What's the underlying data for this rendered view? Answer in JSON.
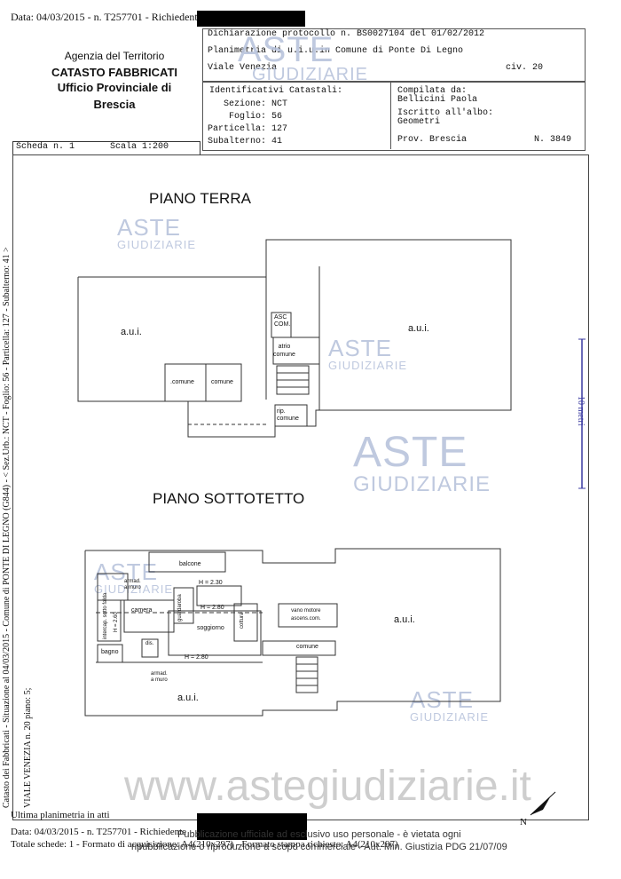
{
  "header_line": "Data: 04/03/2015 - n. T257701 - Richiedente",
  "agency": {
    "line1": "Agenzia del Territorio",
    "line2": "CATASTO FABBRICATI",
    "line3": "Ufficio Provinciale di",
    "line4": "Brescia"
  },
  "declaration": {
    "protocol": "Dichiarazione protocollo n. BS0027104 del  01/02/2012",
    "title": "Planimetria di u.i.u.in Comune di Ponte Di Legno",
    "street": "Viale Venezia",
    "civ": "civ. 20"
  },
  "identifiers": {
    "heading": "Identificativi Catastali:",
    "sezione": "Sezione: NCT",
    "foglio": "Foglio: 56",
    "particella": "Particella: 127",
    "subalterno": "Subalterno: 41"
  },
  "compiled": {
    "heading": "Compilata da:",
    "name": "Bellicini Paola",
    "albo": "Iscritto all'albo:",
    "profession": "Geometri",
    "province": "Prov. Brescia",
    "number": "N.  3849"
  },
  "scheda": {
    "number": "Scheda n. 1",
    "scale": "Scala 1:200"
  },
  "plans": {
    "ground_title": "PIANO TERRA",
    "attic_title": "PIANO SOTTOTETTO",
    "ground_labels": {
      "aui_left": "a.u.i.",
      "aui_right": "a.u.i.",
      "asc_com_1": "ASC",
      "asc_com_2": "COM.",
      "atrio_1": "atrio",
      "atrio_2": "comune",
      "comune_a": ".comune",
      "comune_b": "comune",
      "rip_1": "rip.",
      "rip_2": "comune"
    },
    "attic_labels": {
      "balcone": "balcone",
      "armad_1": "armad.",
      "armad_2": "a muro",
      "h230": "H = 2.30",
      "h280_top": "H = 2.80",
      "h260": "H = 2.60",
      "h280_bottom": "H = 2.80",
      "camera": "camera",
      "guardaroba": "guardaroba",
      "soggiorno": "soggiorno",
      "cottura": "cottura",
      "vano_1": "vano motore",
      "vano_2": "ascens.com.",
      "aui_right": "a.u.i.",
      "comune": "comune",
      "intercap": "intercap. sotto falda",
      "bagno": "bagno",
      "dis": "dis.",
      "armad_b1": "armad.",
      "armad_b2": "a muro",
      "aui_bottom": "a.u.i."
    }
  },
  "scale_bar": "10 metri",
  "side_text_1": "Catasto dei Fabbricati - Situazione al 04/03/2015 - Comune di PONTE DI LEGNO (G844) - < Sez.Urb.: NCT - Foglio: 56 - Particella: 127 - Subalterno: 41 >",
  "side_text_2": "VIALE VENEZIA n. 20 piano: 5;",
  "watermark": {
    "aste": "ASTE",
    "giudiziarie": "GIUDIZIARIE",
    "site": "www.astegiudiziarie.it"
  },
  "north": "N",
  "footer": {
    "last": "Ultima planimetria in atti",
    "line1": "Data: 04/03/2015 - n. T257701 - Richiedente",
    "line2": "Totale schede: 1 - Formato di acquisizione: A4(210x297) - Formato stampa richiesto: A4(210x297)",
    "notice1": "Pubblicazione ufficiale ad esclusivo uso personale - è vietata ogni",
    "notice2": "ripubblicazione o riproduzione a scopo commerciale - Aut. Min. Giustizia PDG 21/07/09"
  },
  "colors": {
    "watermark": "#b9c4dc",
    "scale_bar": "#3a3aa0",
    "redaction": "#000000"
  }
}
